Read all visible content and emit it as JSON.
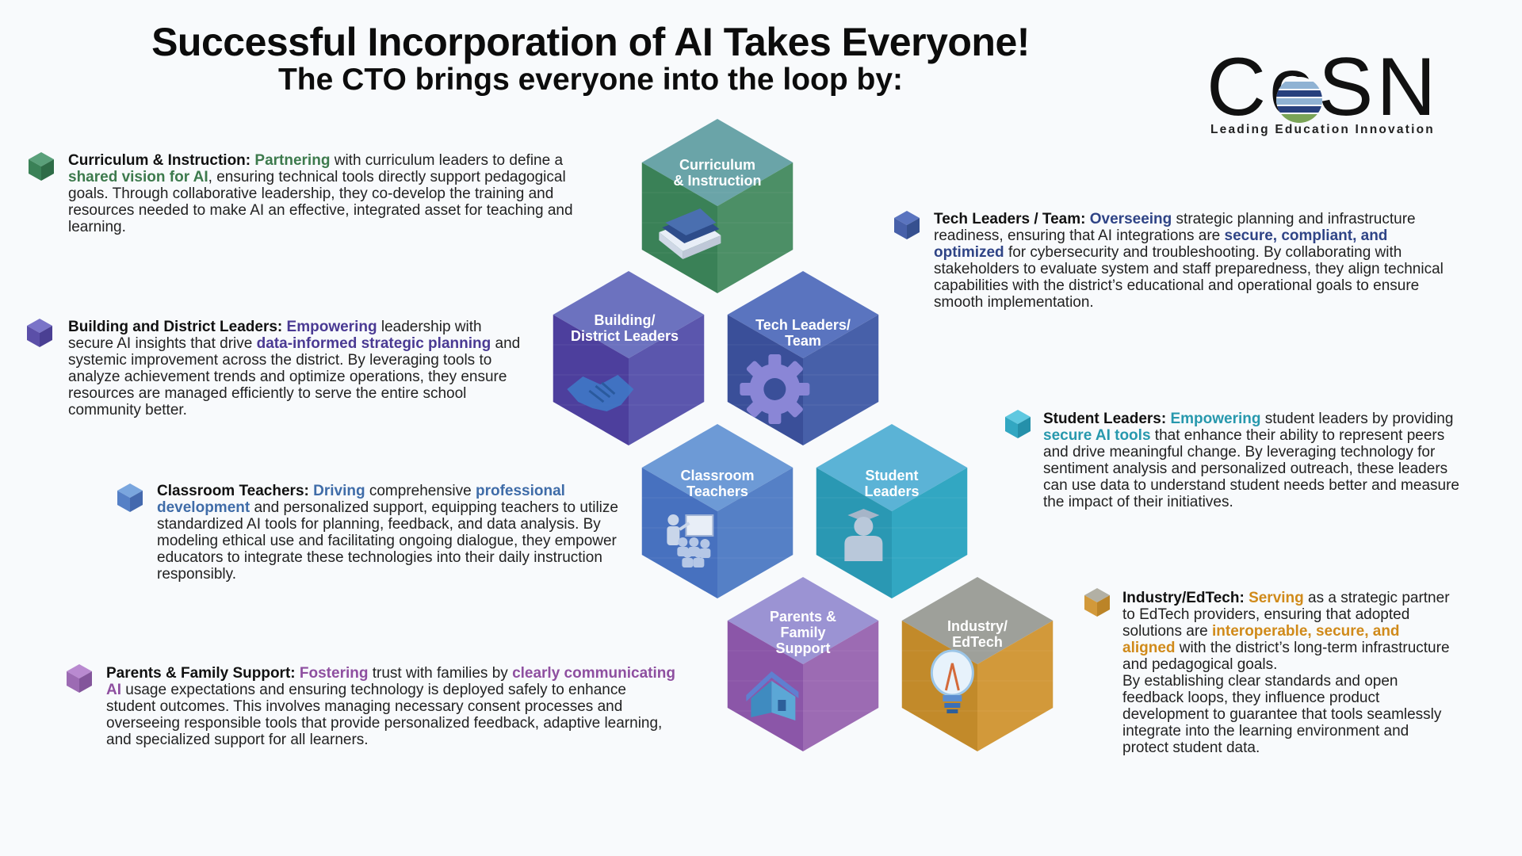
{
  "header": {
    "title": "Successful Incorporation of AI Takes Everyone!",
    "subtitle": "The CTO brings everyone into the loop by:"
  },
  "logo": {
    "wordmark": "CoSN",
    "tagline": "Leading Education Innovation"
  },
  "hexagons": [
    {
      "id": "curriculum",
      "label_line1": "Curriculum",
      "label_line2": "& Instruction",
      "icon": "book-icon",
      "color_top": "#6aa4a8",
      "color_left": "#3a8157",
      "color_right": "#4c8f66"
    },
    {
      "id": "building",
      "label_line1": "Building/",
      "label_line2": "District Leaders",
      "icon": "handshake-icon",
      "color_top": "#6c72bf",
      "color_left": "#4d3f9d",
      "color_right": "#5b56ad"
    },
    {
      "id": "tech",
      "label_line1": "Tech Leaders/",
      "label_line2": "Team",
      "icon": "gear-icon",
      "color_top": "#5a74bf",
      "color_left": "#3a4f99",
      "color_right": "#4760a9"
    },
    {
      "id": "teachers",
      "label_line1": "Classroom",
      "label_line2": "Teachers",
      "icon": "teacher-icon",
      "color_top": "#6d9ad6",
      "color_left": "#4771bf",
      "color_right": "#5580c6"
    },
    {
      "id": "students",
      "label_line1": "Student",
      "label_line2": "Leaders",
      "icon": "student-icon",
      "color_top": "#5bb3d6",
      "color_left": "#2a98b3",
      "color_right": "#32a7c2"
    },
    {
      "id": "parents",
      "label_line1": "Parents &",
      "label_line2": "Family",
      "label_line3": "Support",
      "icon": "house-icon",
      "color_top": "#9b93d3",
      "color_left": "#8b56a8",
      "color_right": "#9c6bb3"
    },
    {
      "id": "industry",
      "label_line1": "Industry/",
      "label_line2": "EdTech",
      "icon": "lightbulb-icon",
      "color_top": "#9ea09a",
      "color_left": "#c28a2a",
      "color_right": "#d2993a"
    }
  ],
  "descriptions": {
    "curriculum": {
      "heading": "Curriculum & Instruction:",
      "accent": "#3d7a4d",
      "k1": "Partnering",
      "t1": " with curriculum leaders to define a",
      "k2": "shared vision for AI",
      "t2": ", ensuring technical tools directly support pedagogical goals. Through collaborative leadership, they co-develop the training and resources needed to make AI an effective, integrated asset for teaching and learning."
    },
    "building": {
      "heading": "Building and District Leaders:",
      "accent": "#4a3a93",
      "k1": "Empowering",
      "t1": " leadership with secure AI insights that drive ",
      "k2": "data-informed strategic planning",
      "t2": " and systemic improvement across the district. By leveraging tools to analyze achievement trends and optimize operations, they ensure resources are managed efficiently to serve the entire school community better."
    },
    "teachers": {
      "heading": "Classroom Teachers:",
      "accent": "#3f6ca8",
      "k1": "Driving",
      "t1": " comprehensive ",
      "k2": "professional development",
      "t2": " and personalized support, equipping teachers to utilize standardized AI tools for planning, feedback, and data analysis. By modeling ethical use and facilitating ongoing dialogue, they empower educators to integrate these technologies into their daily instruction responsibly."
    },
    "parents": {
      "heading": "Parents & Family Support:",
      "accent": "#8e4fa0",
      "k1": "Fostering",
      "t1": " trust with families by ",
      "k2": "clearly communicating AI",
      "t2": " usage expectations and ensuring technology is deployed safely to enhance student outcomes. This involves managing necessary consent processes and overseeing responsible tools that provide personalized feedback, adaptive learning, and specialized support for all learners."
    },
    "tech": {
      "heading": "Tech Leaders / Team:",
      "accent": "#2f4486",
      "k1": "Overseeing",
      "t1": " strategic planning and infrastructure readiness, ensuring that AI integrations are ",
      "k2": "secure, compliant, and optimized",
      "t2": " for cybersecurity and troubleshooting. By collaborating with stakeholders to evaluate system and staff preparedness, they align technical capabilities with the district’s educational and operational goals to ensure smooth implementation."
    },
    "students": {
      "heading": "Student Leaders:",
      "accent": "#2798ad",
      "k1": "Empowering",
      "t1": " student leaders by providing ",
      "k2": "secure AI tools",
      "t2": " that enhance their ability to represent peers and drive meaningful change. By leveraging technology for sentiment analysis and personalized outreach, these leaders can use data to understand student needs better and measure the impact of their initiatives."
    },
    "industry": {
      "heading": "Industry/EdTech:",
      "accent": "#d08a1a",
      "k1": "Serving",
      "t1": " as a strategic partner to EdTech providers, ensuring that adopted solutions are ",
      "k2": "interoperable, secure, and aligned",
      "t2": " with the district’s long-term infrastructure and pedagogical goals.",
      "t3": "By establishing clear standards and open feedback loops, they influence product development to guarantee that tools seamlessly integrate into the learning environment and protect student data."
    }
  }
}
